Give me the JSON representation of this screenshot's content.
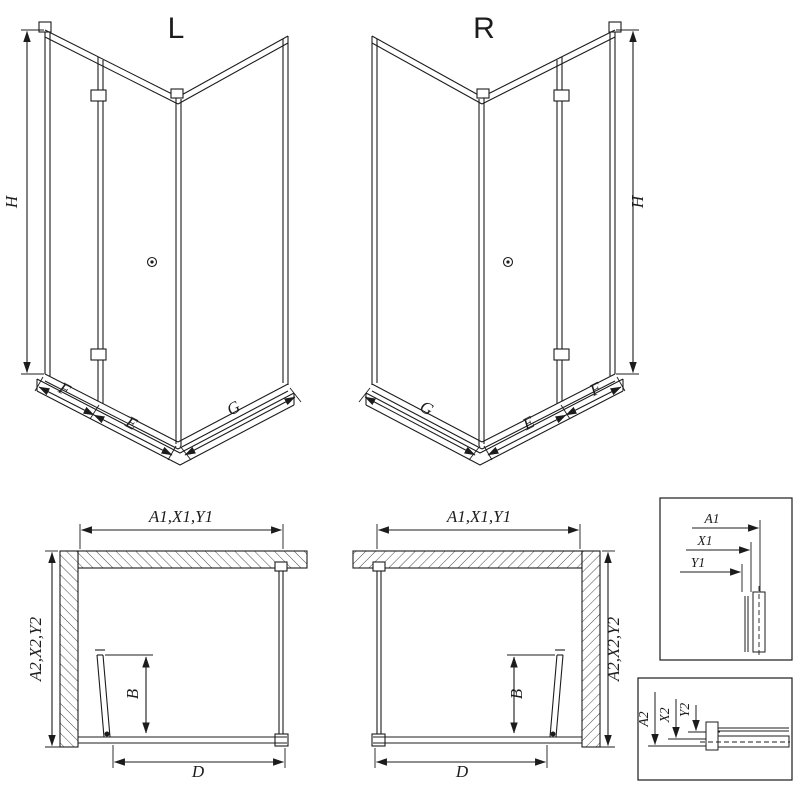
{
  "drawing_type": "shower-enclosure-technical-drawing",
  "colors": {
    "line": "#1c1c1c",
    "background": "#ffffff"
  },
  "iso_left": {
    "label": "L",
    "dim_height": "H",
    "dim_f": "F",
    "dim_e": "E",
    "dim_g": "G"
  },
  "iso_right": {
    "label": "R",
    "dim_height": "H",
    "dim_f": "F",
    "dim_e": "E",
    "dim_g": "G"
  },
  "plan_left": {
    "dim_width": "A1,X1,Y1",
    "dim_depth": "A2,X2,Y2",
    "dim_b": "B",
    "dim_d": "D"
  },
  "plan_right": {
    "dim_width": "A1,X1,Y1",
    "dim_depth": "A2,X2,Y2",
    "dim_b": "B",
    "dim_d": "D"
  },
  "detail_top": {
    "dim_a1": "A1",
    "dim_x1": "X1",
    "dim_y1": "Y1"
  },
  "detail_bottom": {
    "dim_a2": "A2",
    "dim_x2": "X2",
    "dim_y2": "Y2"
  }
}
